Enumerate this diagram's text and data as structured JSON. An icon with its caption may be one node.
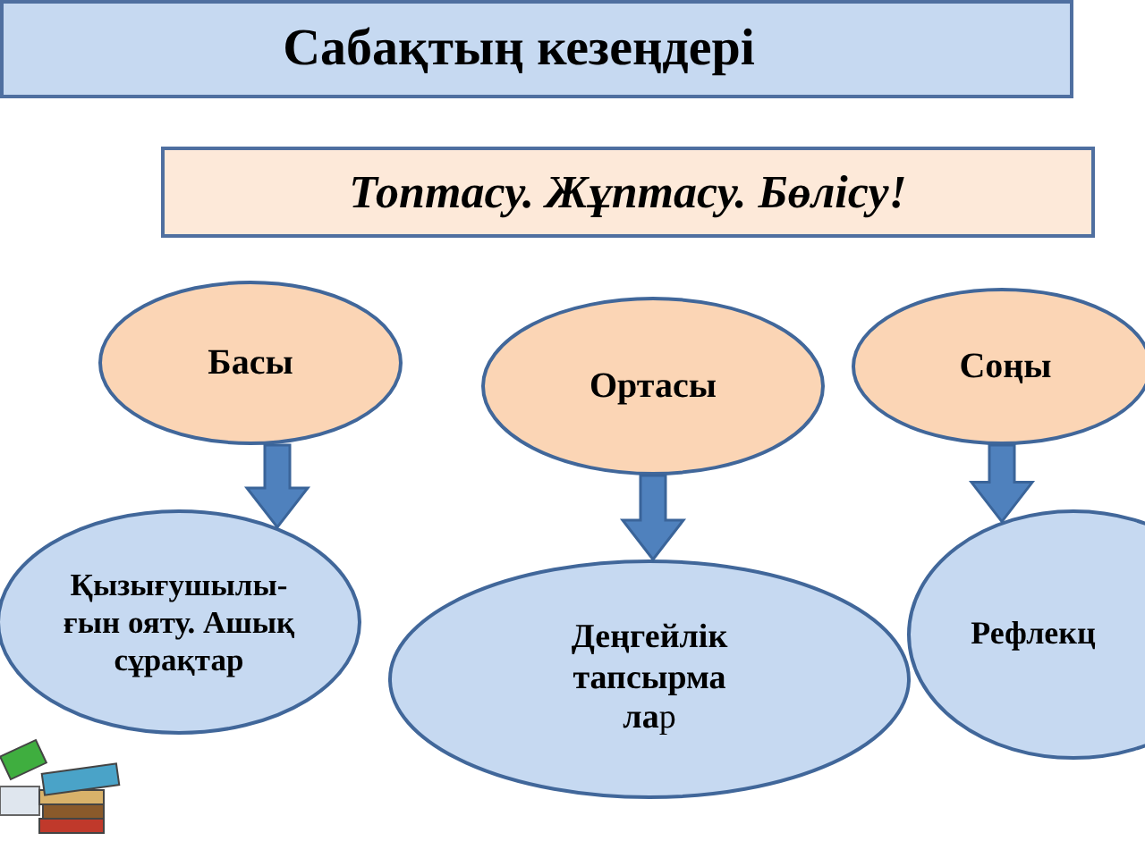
{
  "diagram": {
    "title": "Сабақтың кезеңдері",
    "nodes": [
      {
        "text": [
          "Топтасу. Жұптасу. Бөлісу!"
        ]
      },
      {
        "text": [
          "Басы"
        ]
      },
      {
        "text": [
          "Ортасы"
        ]
      },
      {
        "text": [
          "Соңы"
        ]
      },
      {
        "text": [
          "Қызығушылы- ғын ояту. Ашық сұрақтар"
        ]
      },
      {
        "text": [
          "**Деңгейлік тапсырма ла**р"
        ]
      },
      {
        "text": [
          "Рефлекц"
        ]
      }
    ],
    "edges": [
      {
        "from": 1,
        "to": 4,
        "arrow": "to",
        "style": "thick"
      },
      {
        "from": 2,
        "to": 5,
        "arrow": "to",
        "style": "thick"
      },
      {
        "from": 3,
        "to": 6,
        "arrow": "to",
        "style": "thick"
      }
    ]
  }
}
